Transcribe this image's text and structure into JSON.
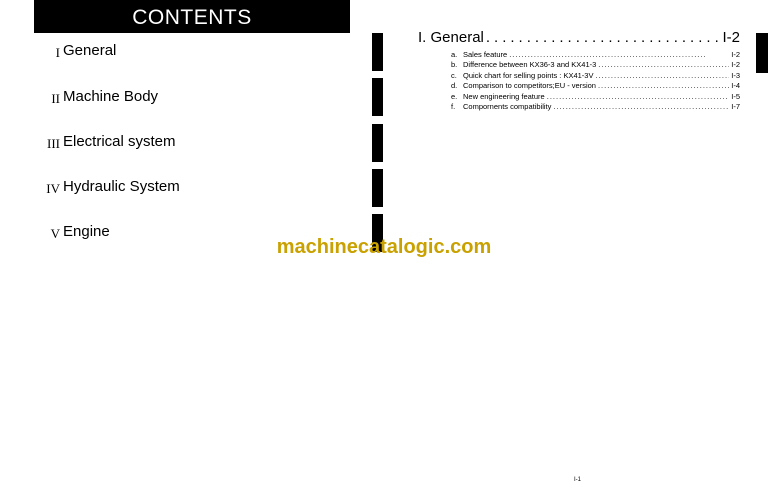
{
  "contents": {
    "title": "CONTENTS",
    "items": [
      {
        "num": "I",
        "label": "General"
      },
      {
        "num": "II",
        "label": "Machine Body"
      },
      {
        "num": "III",
        "label": "Electrical system"
      },
      {
        "num": "IV",
        "label": "Hydraulic System"
      },
      {
        "num": "V",
        "label": "Engine"
      }
    ]
  },
  "section": {
    "title": "I. General",
    "page": "I-2",
    "dots": "................................................................",
    "entries": [
      {
        "letter": "a.",
        "title": "Sales feature",
        "page": "I-2"
      },
      {
        "letter": "b.",
        "title": "Difference between KX36-3 and KX41-3",
        "page": "I-2"
      },
      {
        "letter": "c.",
        "title": "Quick chart for selling points : KX41-3V",
        "page": "I-3"
      },
      {
        "letter": "d.",
        "title": "Comparison to competitors;EU - version",
        "page": "I-4"
      },
      {
        "letter": "e.",
        "title": "New engineering feature",
        "page": "I-5"
      },
      {
        "letter": "f.",
        "title": "Compornents compatibility",
        "page": "I-7"
      }
    ]
  },
  "watermark": "machinecatalogic.com",
  "footer": {
    "page_number": "I-1"
  }
}
